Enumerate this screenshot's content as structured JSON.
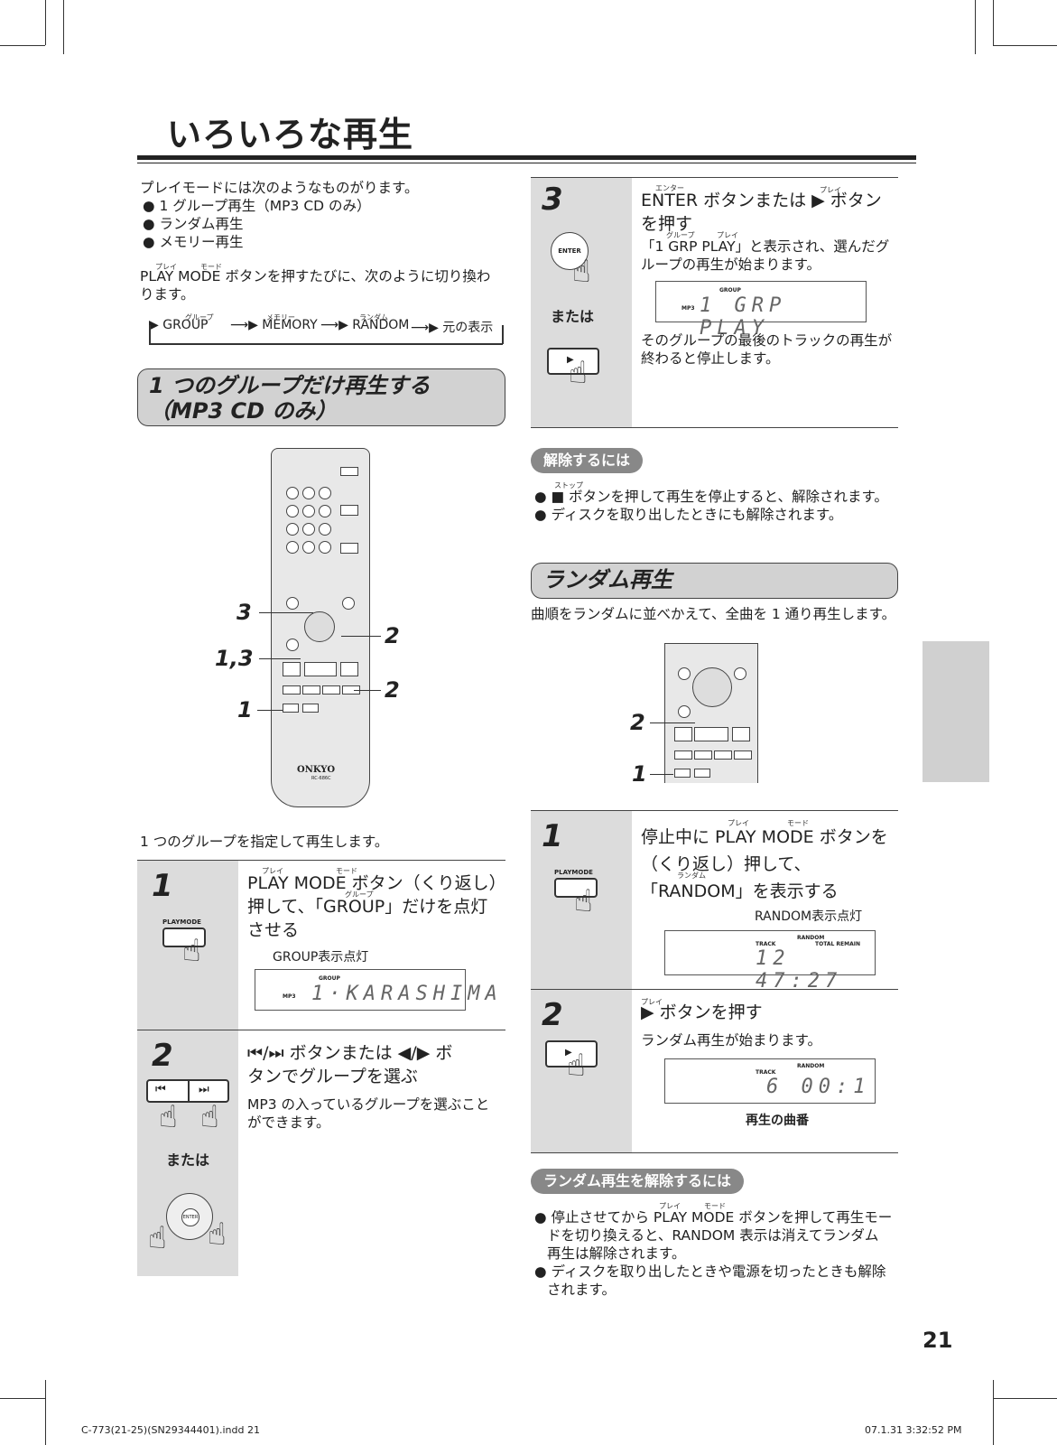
{
  "title": "いろいろな再生",
  "intro": {
    "lead": "プレイモードには次のようなものがります。",
    "items": [
      "● 1 グループ再生（MP3 CD のみ）",
      "● ランダム再生",
      "● メモリー再生"
    ],
    "ruby_play": "プレイ",
    "ruby_mode": "モード",
    "switch_text": "PLAY  MODE ボタンを押すたびに、次のように切り換わ",
    "switch_text2": "ります。",
    "flow": {
      "ruby1": "グループ",
      "ruby2": "メモリー",
      "ruby3": "ランダム",
      "s1": "GROUP",
      "s2": "MEMORY",
      "s3": "RANDOM",
      "s4": "元の表示"
    }
  },
  "section_group": {
    "heading1": "1 つのグループだけ再生する",
    "heading2": "（MP3 CD のみ）",
    "remote_brand": "ONKYO",
    "remote_model": "RC-686C",
    "callouts": [
      "3",
      "1,3",
      "2",
      "2",
      "1"
    ],
    "desc": "1 つのグループを指定して再生します。",
    "step1": {
      "num": "1",
      "ruby_play": "プレイ",
      "ruby_mode": "モード",
      "ruby_group": "グループ",
      "line1": "PLAY MODE ボタン（くり返し）",
      "line2": "押して、「GROUP」だけを点灯",
      "line3": "させる",
      "icon_label": "PLAYMODE",
      "lcd_caption": "GROUP表示点灯",
      "lcd_label_top": "GROUP",
      "lcd_label_left": "MP3",
      "lcd_text": "1·KARASHIMA"
    },
    "step2": {
      "num": "2",
      "line1": "⏮/⏭ ボタンまたは ◀/▶ ボ",
      "line2": "タンでグループを選ぶ",
      "body1": "MP3 の入っているグループを選ぶこと",
      "body2": "ができます。",
      "or": "または",
      "enter_label": "ENTER"
    }
  },
  "right_step3": {
    "num": "3",
    "ruby_enter": "エンター",
    "ruby_play": "プレイ",
    "line1": "ENTER ボタンまたは ▶ ボタン",
    "line2": "を押す",
    "ruby_group": "グループ",
    "ruby_play2": "プレイ",
    "body1": "「1  GRP  PLAY」と表示され、選んだグ",
    "body2": "ループの再生が始まります。",
    "lcd_label_top": "GROUP",
    "lcd_label_left": "MP3",
    "lcd_text": "1 GRP PLAY",
    "after1": "そのグループの最後のトラックの再生が",
    "after2": "終わると停止します。",
    "or": "または",
    "enter_label": "ENTER"
  },
  "cancel": {
    "pill": "解除するには",
    "ruby_stop": "ストップ",
    "items": [
      "● ■  ボタンを押して再生を停止すると、解除されます。",
      "● ディスクを取り出したときにも解除されます。"
    ]
  },
  "random": {
    "heading": "ランダム再生",
    "desc": "曲順をランダムに並べかえて、全曲を 1 通り再生します。",
    "callouts": [
      "2",
      "1"
    ],
    "step1": {
      "num": "1",
      "ruby_play": "プレイ",
      "ruby_mode": "モード",
      "ruby_random": "ランダム",
      "line1": "停止中に PLAY  MODE ボタンを",
      "line2": "（くり返し）押して、",
      "line3": "「RANDOM」を表示する",
      "icon_label": "PLAYMODE",
      "lcd_caption": "RANDOM表示点灯",
      "lcd_label_top": "RANDOM",
      "lcd_label_track": "TRACK",
      "lcd_label_total": "TOTAL  REMAIN",
      "lcd_text": "12  47:27"
    },
    "step2": {
      "num": "2",
      "ruby_play": "プレイ",
      "line1": "▶ ボタンを押す",
      "body": "ランダム再生が始まります。",
      "lcd_label_top": "RANDOM",
      "lcd_label_track": "TRACK",
      "lcd_text": "6  00:1",
      "lcd_caption": "再生の曲番"
    }
  },
  "random_cancel": {
    "pill": "ランダム再生を解除するには",
    "ruby_play": "プレイ",
    "ruby_mode": "モード",
    "items": [
      "● 停止させてから PLAY  MODE ボタンを押して再生モー",
      "ドを切り換えると、RANDOM 表示は消えてランダム",
      "再生は解除されます。",
      "● ディスクを取り出したときや電源を切ったときも解除",
      "されます。"
    ]
  },
  "page_number": "21",
  "footer_left": "C-773(21-25)(SN29344401).indd   21",
  "footer_right": "07.1.31   3:32:52 PM"
}
